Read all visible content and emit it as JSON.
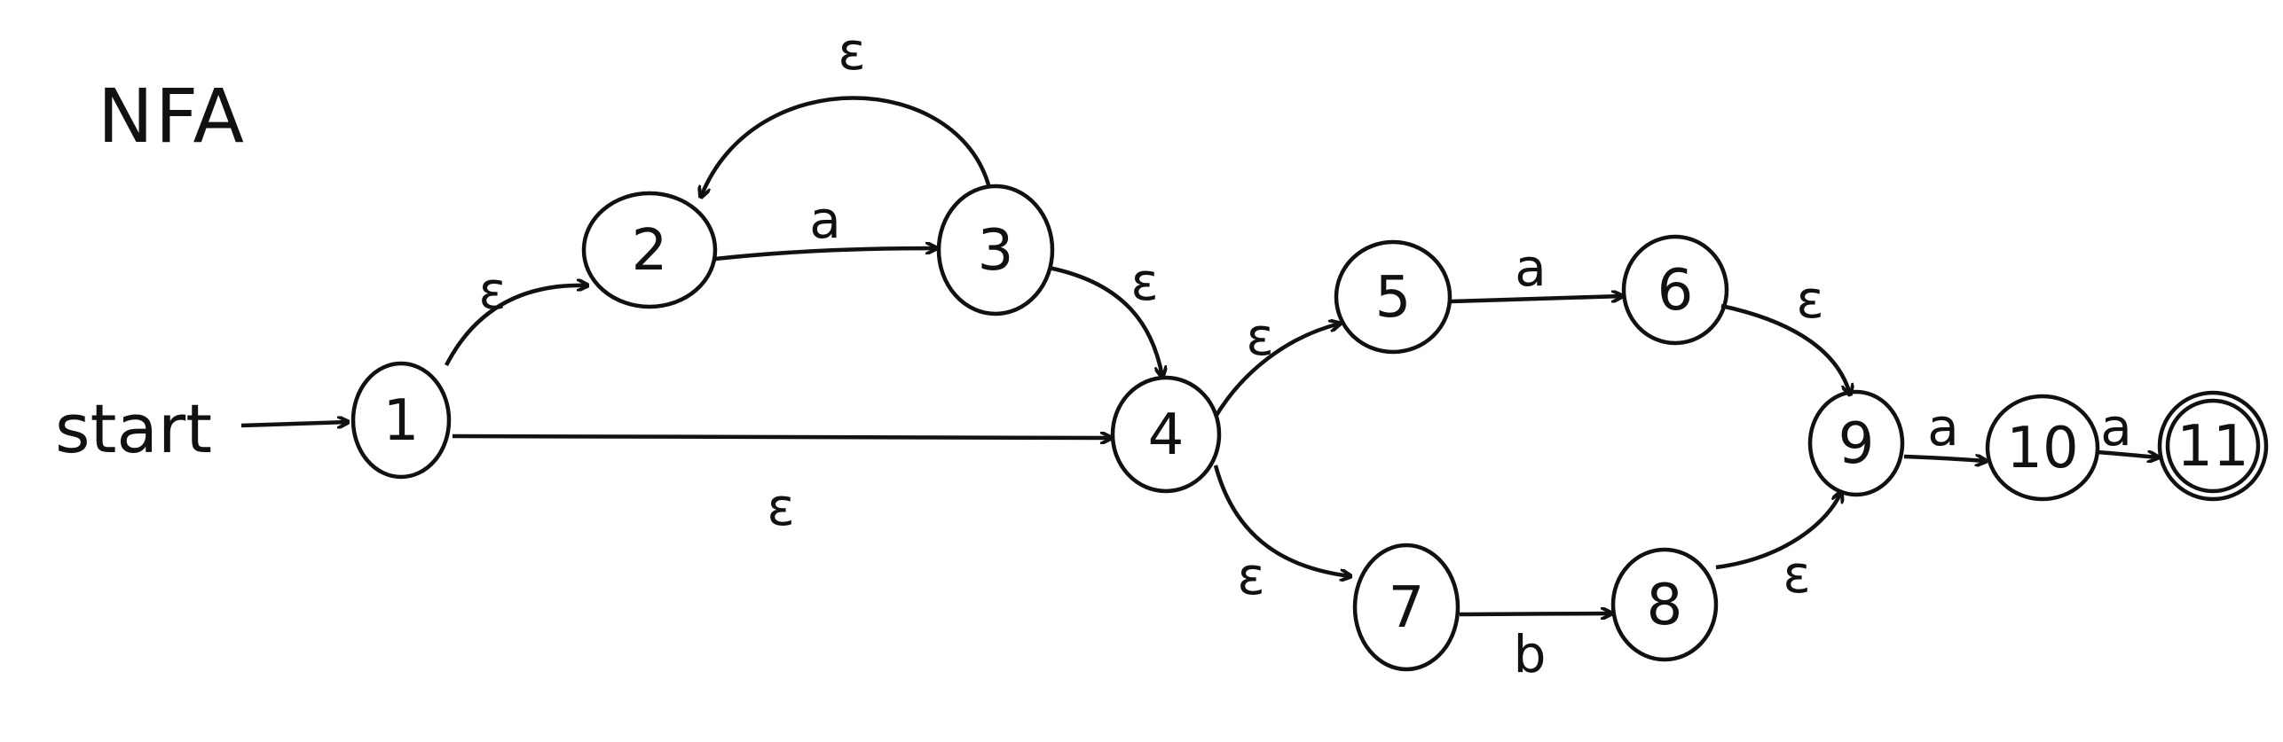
{
  "title": "NFA",
  "start_label": "start",
  "states": [
    {
      "id": "1",
      "label": "1",
      "accepting": false
    },
    {
      "id": "2",
      "label": "2",
      "accepting": false
    },
    {
      "id": "3",
      "label": "3",
      "accepting": false
    },
    {
      "id": "4",
      "label": "4",
      "accepting": false
    },
    {
      "id": "5",
      "label": "5",
      "accepting": false
    },
    {
      "id": "6",
      "label": "6",
      "accepting": false
    },
    {
      "id": "7",
      "label": "7",
      "accepting": false
    },
    {
      "id": "8",
      "label": "8",
      "accepting": false
    },
    {
      "id": "9",
      "label": "9",
      "accepting": false
    },
    {
      "id": "10",
      "label": "10",
      "accepting": false
    },
    {
      "id": "11",
      "label": "11",
      "accepting": true
    }
  ],
  "transitions": [
    {
      "from": "1",
      "to": "2",
      "label": "ε"
    },
    {
      "from": "2",
      "to": "3",
      "label": "a"
    },
    {
      "from": "3",
      "to": "2",
      "label": "ε"
    },
    {
      "from": "3",
      "to": "4",
      "label": "ε"
    },
    {
      "from": "1",
      "to": "4",
      "label": "ε"
    },
    {
      "from": "4",
      "to": "5",
      "label": "ε"
    },
    {
      "from": "5",
      "to": "6",
      "label": "a"
    },
    {
      "from": "6",
      "to": "9",
      "label": "ε"
    },
    {
      "from": "4",
      "to": "7",
      "label": "ε"
    },
    {
      "from": "7",
      "to": "8",
      "label": "b"
    },
    {
      "from": "8",
      "to": "9",
      "label": "ε"
    },
    {
      "from": "9",
      "to": "10",
      "label": "a"
    },
    {
      "from": "10",
      "to": "11",
      "label": "a"
    }
  ],
  "start_state": "1"
}
